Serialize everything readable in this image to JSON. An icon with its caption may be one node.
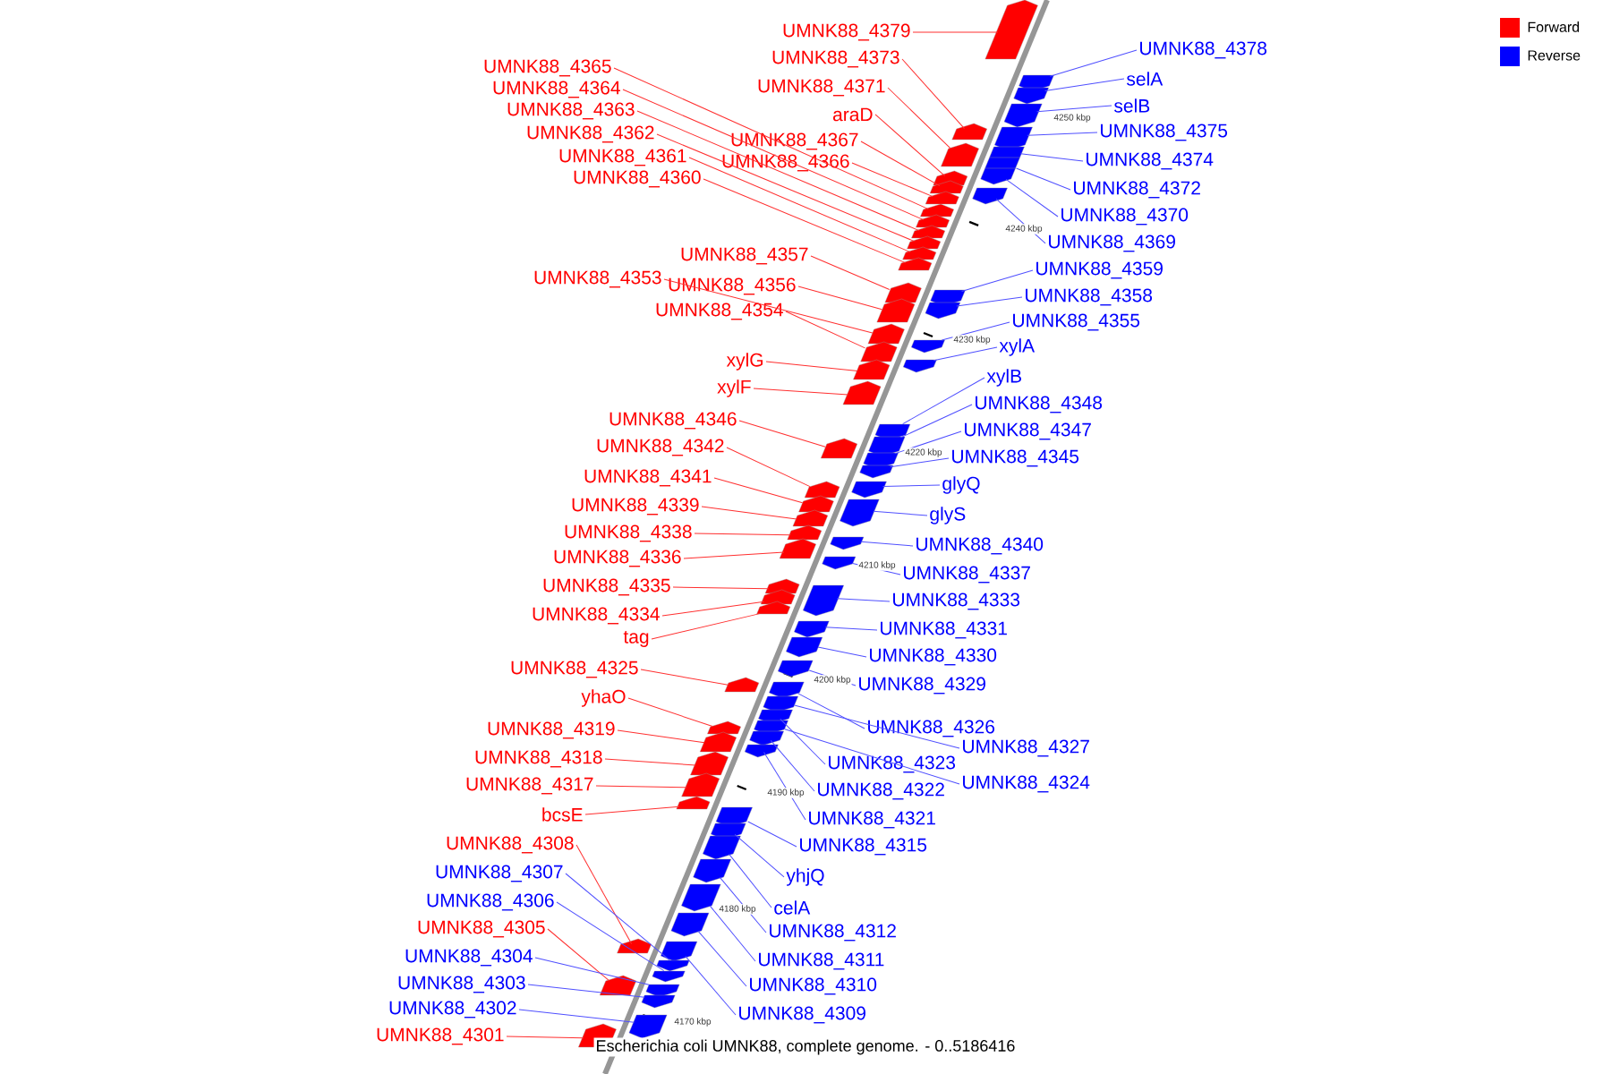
{
  "diagram": {
    "caption": "Escherichia coli UMNK88, complete genome. - 0..5186416",
    "nodes": [
      {
        "text": [
          "UMNK88_4379"
        ]
      },
      {
        "text": [],
        "shape": "arrow"
      },
      {
        "text": [
          "UMNK88_4373"
        ]
      },
      {
        "text": [],
        "shape": "arrow"
      },
      {
        "text": [
          "UMNK88_4371"
        ]
      },
      {
        "text": [],
        "shape": "arrow"
      },
      {
        "text": [
          "araD"
        ]
      },
      {
        "text": [],
        "shape": "arrow"
      },
      {
        "text": [
          "UMNK88_4365"
        ]
      },
      {
        "text": [],
        "shape": "arrow"
      },
      {
        "text": [
          "UMNK88_4364"
        ]
      },
      {
        "text": [],
        "shape": "arrow"
      },
      {
        "text": [
          "UMNK88_4363"
        ]
      },
      {
        "text": [],
        "shape": "arrow"
      },
      {
        "text": [
          "UMNK88_4362"
        ]
      },
      {
        "text": [],
        "shape": "arrow"
      },
      {
        "text": [
          "UMNK88_4361"
        ]
      },
      {
        "text": [],
        "shape": "arrow"
      },
      {
        "text": [
          "UMNK88_4360"
        ]
      },
      {
        "text": [],
        "shape": "arrow"
      },
      {
        "text": [
          "UMNK88_4367"
        ]
      },
      {
        "text": [],
        "shape": "arrow"
      },
      {
        "text": [
          "UMNK88_4366"
        ]
      },
      {
        "text": [],
        "shape": "arrow"
      },
      {
        "text": [
          "UMNK88_4357"
        ]
      },
      {
        "text": [],
        "shape": "arrow"
      },
      {
        "text": [
          "UMNK88_4353"
        ]
      },
      {
        "text": [],
        "shape": "arrow"
      },
      {
        "text": [
          "UMNK88_4356"
        ]
      },
      {
        "text": [],
        "shape": "arrow"
      },
      {
        "text": [
          "UMNK88_4354"
        ]
      },
      {
        "text": [],
        "shape": "arrow"
      },
      {
        "text": [
          "xylG"
        ]
      },
      {
        "text": [],
        "shape": "arrow"
      },
      {
        "text": [
          "xylF"
        ]
      },
      {
        "text": [],
        "shape": "arrow"
      },
      {
        "text": [
          "UMNK88_4346"
        ]
      },
      {
        "text": [],
        "shape": "arrow"
      },
      {
        "text": [
          "UMNK88_4342"
        ]
      },
      {
        "text": [],
        "shape": "arrow"
      },
      {
        "text": [
          "UMNK88_4341"
        ]
      },
      {
        "text": [],
        "shape": "arrow"
      },
      {
        "text": [
          "UMNK88_4339"
        ]
      },
      {
        "text": [],
        "shape": "arrow"
      },
      {
        "text": [
          "UMNK88_4338"
        ]
      },
      {
        "text": [],
        "shape": "arrow"
      },
      {
        "text": [
          "UMNK88_4336"
        ]
      },
      {
        "text": [],
        "shape": "arrow"
      },
      {
        "text": [
          "UMNK88_4335"
        ]
      },
      {
        "text": [],
        "shape": "arrow"
      },
      {
        "text": [
          "UMNK88_4334"
        ]
      },
      {
        "text": [],
        "shape": "arrow"
      },
      {
        "text": [
          "tag"
        ]
      },
      {
        "text": [],
        "shape": "arrow"
      },
      {
        "text": [
          "UMNK88_4325"
        ]
      },
      {
        "text": [],
        "shape": "arrow"
      },
      {
        "text": [
          "yhaO"
        ]
      },
      {
        "text": [],
        "shape": "arrow"
      },
      {
        "text": [
          "UMNK88_4319"
        ]
      },
      {
        "text": [],
        "shape": "arrow"
      },
      {
        "text": [
          "UMNK88_4318"
        ]
      },
      {
        "text": [],
        "shape": "arrow"
      },
      {
        "text": [
          "UMNK88_4317"
        ]
      },
      {
        "text": [],
        "shape": "arrow"
      },
      {
        "text": [
          "bcsE"
        ]
      },
      {
        "text": [],
        "shape": "arrow"
      },
      {
        "text": [
          "UMNK88_4308"
        ]
      },
      {
        "text": [],
        "shape": "arrow"
      },
      {
        "text": [
          "UMNK88_4305"
        ]
      },
      {
        "text": [],
        "shape": "arrow"
      },
      {
        "text": [
          "UMNK88_4301"
        ]
      },
      {
        "text": [],
        "shape": "arrow"
      },
      {
        "text": [
          "UMNK88_4378"
        ]
      },
      {
        "text": [],
        "shape": "arrow"
      },
      {
        "text": [
          "selA"
        ]
      },
      {
        "text": [],
        "shape": "arrow"
      },
      {
        "text": [
          "selB"
        ]
      },
      {
        "text": [],
        "shape": "arrow"
      },
      {
        "text": [
          "UMNK88_4375"
        ]
      },
      {
        "text": [],
        "shape": "arrow"
      },
      {
        "text": [
          "UMNK88_4374"
        ]
      },
      {
        "text": [],
        "shape": "arrow"
      },
      {
        "text": [
          "UMNK88_4372"
        ]
      },
      {
        "text": [],
        "shape": "arrow"
      },
      {
        "text": [
          "UMNK88_4370"
        ]
      },
      {
        "text": [],
        "shape": "arrow"
      },
      {
        "text": [
          "UMNK88_4369"
        ]
      },
      {
        "text": [],
        "shape": "arrow"
      },
      {
        "text": [
          "UMNK88_4359"
        ]
      },
      {
        "text": [],
        "shape": "arrow"
      },
      {
        "text": [
          "UMNK88_4358"
        ]
      },
      {
        "text": [],
        "shape": "arrow"
      },
      {
        "text": [
          "UMNK88_4355"
        ]
      },
      {
        "text": [],
        "shape": "arrow"
      },
      {
        "text": [
          "xylA"
        ]
      },
      {
        "text": [],
        "shape": "arrow"
      },
      {
        "text": [
          "xylB"
        ]
      },
      {
        "text": [],
        "shape": "arrow"
      },
      {
        "text": [
          "UMNK88_4348"
        ]
      },
      {
        "text": [],
        "shape": "arrow"
      },
      {
        "text": [
          "UMNK88_4347"
        ]
      },
      {
        "text": [],
        "shape": "arrow"
      },
      {
        "text": [
          "UMNK88_4345"
        ]
      },
      {
        "text": [],
        "shape": "arrow"
      },
      {
        "text": [
          "glyQ"
        ]
      },
      {
        "text": [],
        "shape": "arrow"
      },
      {
        "text": [
          "glyS"
        ]
      },
      {
        "text": [],
        "shape": "arrow"
      },
      {
        "text": [
          "UMNK88_4340"
        ]
      },
      {
        "text": [],
        "shape": "arrow"
      },
      {
        "text": [
          "UMNK88_4337"
        ]
      },
      {
        "text": [],
        "shape": "arrow"
      },
      {
        "text": [
          "UMNK88_4333"
        ]
      },
      {
        "text": [],
        "shape": "arrow"
      },
      {
        "text": [
          "UMNK88_4331"
        ]
      },
      {
        "text": [],
        "shape": "arrow"
      },
      {
        "text": [
          "UMNK88_4330"
        ]
      },
      {
        "text": [],
        "shape": "arrow"
      },
      {
        "text": [
          "UMNK88_4329"
        ]
      },
      {
        "text": [],
        "shape": "arrow"
      },
      {
        "text": [
          "UMNK88_4326"
        ]
      },
      {
        "text": [],
        "shape": "arrow"
      },
      {
        "text": [
          "UMNK88_4327"
        ]
      },
      {
        "text": [],
        "shape": "arrow"
      },
      {
        "text": [
          "UMNK88_4323"
        ]
      },
      {
        "text": [],
        "shape": "arrow"
      },
      {
        "text": [
          "UMNK88_4324"
        ]
      },
      {
        "text": [],
        "shape": "arrow"
      },
      {
        "text": [
          "UMNK88_4322"
        ]
      },
      {
        "text": [],
        "shape": "arrow"
      },
      {
        "text": [
          "UMNK88_4321"
        ]
      },
      {
        "text": [],
        "shape": "arrow"
      },
      {
        "text": [
          "UMNK88_4315"
        ]
      },
      {
        "text": [],
        "shape": "arrow"
      },
      {
        "text": [
          "yhjQ"
        ]
      },
      {
        "text": [],
        "shape": "arrow"
      },
      {
        "text": [
          "celA"
        ]
      },
      {
        "text": [],
        "shape": "arrow"
      },
      {
        "text": [
          "UMNK88_4312"
        ]
      },
      {
        "text": [],
        "shape": "arrow"
      },
      {
        "text": [
          "UMNK88_4311"
        ]
      },
      {
        "text": [],
        "shape": "arrow"
      },
      {
        "text": [
          "UMNK88_4310"
        ]
      },
      {
        "text": [],
        "shape": "arrow"
      },
      {
        "text": [
          "UMNK88_4309"
        ]
      },
      {
        "text": [],
        "shape": "arrow"
      },
      {
        "text": [
          "UMNK88_4307"
        ]
      },
      {
        "text": [],
        "shape": "arrow"
      },
      {
        "text": [
          "UMNK88_4306"
        ]
      },
      {
        "text": [],
        "shape": "arrow"
      },
      {
        "text": [
          "UMNK88_4304"
        ]
      },
      {
        "text": [],
        "shape": "arrow"
      },
      {
        "text": [
          "UMNK88_4303"
        ]
      },
      {
        "text": [],
        "shape": "arrow"
      },
      {
        "text": [
          "UMNK88_4302"
        ]
      },
      {
        "text": [],
        "shape": "arrow"
      }
    ],
    "edges": [
      {
        "from": 0,
        "to": 1,
        "arrow": "none",
        "color": "#ff3030"
      },
      {
        "from": 2,
        "to": 3,
        "arrow": "none",
        "color": "#ff3030"
      },
      {
        "from": 4,
        "to": 5,
        "arrow": "none",
        "color": "#ff3030"
      },
      {
        "from": 6,
        "to": 7,
        "arrow": "none",
        "color": "#ff3030"
      },
      {
        "from": 8,
        "to": 9,
        "arrow": "none",
        "color": "#ff3030"
      },
      {
        "from": 10,
        "to": 11,
        "arrow": "none",
        "color": "#ff3030"
      },
      {
        "from": 12,
        "to": 13,
        "arrow": "none",
        "color": "#ff3030"
      },
      {
        "from": 14,
        "to": 15,
        "arrow": "none",
        "color": "#ff3030"
      },
      {
        "from": 16,
        "to": 17,
        "arrow": "none",
        "color": "#ff3030"
      },
      {
        "from": 18,
        "to": 19,
        "arrow": "none",
        "color": "#ff3030"
      },
      {
        "from": 20,
        "to": 21,
        "arrow": "none",
        "color": "#ff3030"
      },
      {
        "from": 22,
        "to": 23,
        "arrow": "none",
        "color": "#ff3030"
      },
      {
        "from": 24,
        "to": 25,
        "arrow": "none",
        "color": "#ff3030"
      },
      {
        "from": 26,
        "to": 27,
        "arrow": "none",
        "color": "#ff3030"
      },
      {
        "from": 28,
        "to": 29,
        "arrow": "none",
        "color": "#ff3030"
      },
      {
        "from": 30,
        "to": 31,
        "arrow": "none",
        "color": "#ff3030"
      },
      {
        "from": 32,
        "to": 33,
        "arrow": "none",
        "color": "#ff3030"
      },
      {
        "from": 34,
        "to": 35,
        "arrow": "none",
        "color": "#ff3030"
      },
      {
        "from": 36,
        "to": 37,
        "arrow": "none",
        "color": "#ff3030"
      },
      {
        "from": 38,
        "to": 39,
        "arrow": "none",
        "color": "#ff3030"
      },
      {
        "from": 40,
        "to": 41,
        "arrow": "none",
        "color": "#ff3030"
      },
      {
        "from": 42,
        "to": 43,
        "arrow": "none",
        "color": "#ff3030"
      },
      {
        "from": 44,
        "to": 45,
        "arrow": "none",
        "color": "#ff3030"
      },
      {
        "from": 46,
        "to": 47,
        "arrow": "none",
        "color": "#ff3030"
      },
      {
        "from": 48,
        "to": 49,
        "arrow": "none",
        "color": "#ff3030"
      },
      {
        "from": 50,
        "to": 51,
        "arrow": "none",
        "color": "#ff3030"
      },
      {
        "from": 52,
        "to": 53,
        "arrow": "none",
        "color": "#ff3030"
      },
      {
        "from": 54,
        "to": 55,
        "arrow": "none",
        "color": "#ff3030"
      },
      {
        "from": 56,
        "to": 57,
        "arrow": "none",
        "color": "#ff3030"
      },
      {
        "from": 58,
        "to": 59,
        "arrow": "none",
        "color": "#ff3030"
      },
      {
        "from": 60,
        "to": 61,
        "arrow": "none",
        "color": "#ff3030"
      },
      {
        "from": 62,
        "to": 63,
        "arrow": "none",
        "color": "#ff3030"
      },
      {
        "from": 64,
        "to": 65,
        "arrow": "none",
        "color": "#ff3030"
      },
      {
        "from": 66,
        "to": 67,
        "arrow": "none",
        "color": "#ff3030"
      },
      {
        "from": 68,
        "to": 69,
        "arrow": "none",
        "color": "#ff3030"
      },
      {
        "from": 70,
        "to": 71,
        "arrow": "none",
        "color": "#ff3030"
      },
      {
        "from": 72,
        "to": 73,
        "arrow": "none"
      },
      {
        "from": 74,
        "to": 75,
        "arrow": "none"
      },
      {
        "from": 76,
        "to": 77,
        "arrow": "none"
      },
      {
        "from": 78,
        "to": 79,
        "arrow": "none"
      },
      {
        "from": 80,
        "to": 81,
        "arrow": "none"
      },
      {
        "from": 82,
        "to": 83,
        "arrow": "none"
      },
      {
        "from": 84,
        "to": 85,
        "arrow": "none"
      },
      {
        "from": 86,
        "to": 87,
        "arrow": "none"
      },
      {
        "from": 88,
        "to": 89,
        "arrow": "none"
      },
      {
        "from": 90,
        "to": 91,
        "arrow": "none"
      },
      {
        "from": 92,
        "to": 93,
        "arrow": "none"
      },
      {
        "from": 94,
        "to": 95,
        "arrow": "none"
      },
      {
        "from": 96,
        "to": 97,
        "arrow": "none"
      },
      {
        "from": 98,
        "to": 99,
        "arrow": "none"
      },
      {
        "from": 100,
        "to": 101,
        "arrow": "none"
      },
      {
        "from": 102,
        "to": 103,
        "arrow": "none"
      },
      {
        "from": 104,
        "to": 105,
        "arrow": "none"
      },
      {
        "from": 106,
        "to": 107,
        "arrow": "none"
      },
      {
        "from": 108,
        "to": 109,
        "arrow": "none"
      },
      {
        "from": 110,
        "to": 111,
        "arrow": "none"
      },
      {
        "from": 112,
        "to": 113,
        "arrow": "none"
      },
      {
        "from": 114,
        "to": 115,
        "arrow": "none"
      },
      {
        "from": 116,
        "to": 117,
        "arrow": "none"
      },
      {
        "from": 118,
        "to": 119,
        "arrow": "none"
      },
      {
        "from": 120,
        "to": 121,
        "arrow": "none"
      },
      {
        "from": 122,
        "to": 123,
        "arrow": "none"
      },
      {
        "from": 124,
        "to": 125,
        "arrow": "none"
      },
      {
        "from": 126,
        "to": 127,
        "arrow": "none"
      },
      {
        "from": 128,
        "to": 129,
        "arrow": "none"
      },
      {
        "from": 130,
        "to": 131,
        "arrow": "none"
      },
      {
        "from": 132,
        "to": 133,
        "arrow": "none"
      },
      {
        "from": 134,
        "to": 135,
        "arrow": "none"
      },
      {
        "from": 136,
        "to": 137,
        "arrow": "none"
      },
      {
        "from": 138,
        "to": 139,
        "arrow": "none"
      },
      {
        "from": 140,
        "to": 141,
        "arrow": "none"
      },
      {
        "from": 142,
        "to": 143,
        "arrow": "none"
      },
      {
        "from": 144,
        "to": 145,
        "arrow": "none"
      },
      {
        "from": 146,
        "to": 147,
        "arrow": "none"
      },
      {
        "from": 148,
        "to": 149,
        "arrow": "none"
      },
      {
        "from": 150,
        "to": 151,
        "arrow": "none"
      },
      {
        "from": 152,
        "to": 153,
        "arrow": "none"
      },
      {
        "from": 154,
        "to": 155,
        "arrow": "none"
      }
    ],
    "labels": [
      "4250 kbp",
      "4240 kbp",
      "4230 kbp",
      "4220 kbp",
      "4210 kbp",
      "4200 kbp",
      "4190 kbp",
      "4180 kbp",
      "4170 kbp"
    ],
    "legend": [
      {
        "text": "Forward",
        "color": "#ff0000"
      },
      {
        "text": "Reverse",
        "color": "#0000ff"
      }
    ]
  }
}
